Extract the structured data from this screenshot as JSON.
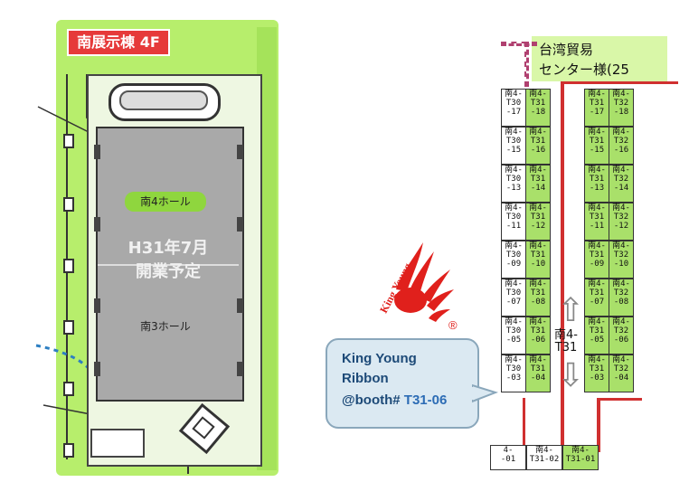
{
  "floor_map": {
    "title": "南展示棟 4F",
    "hall_upper_label": "南4ホール",
    "opening_line1": "H31年7月",
    "opening_line2": "開業予定",
    "hall_lower_label": "南3ホール"
  },
  "logo": {
    "brand_text": "King Young",
    "registered_mark": "®",
    "colors": {
      "red": "#e0201c"
    }
  },
  "callout": {
    "line1": "King Young",
    "line2": "Ribbon",
    "line3_prefix": "@booth# ",
    "booth_id": "T31-06"
  },
  "booth_map": {
    "title_line1": "台湾貿易",
    "title_line2": "センター様(25",
    "aisle_label_line1": "南4-",
    "aisle_label_line2": "T31",
    "left_column": [
      {
        "a": [
          "南4-",
          "T30",
          "-17"
        ],
        "b": [
          "南4-",
          "T31",
          "-18"
        ]
      },
      {
        "a": [
          "南4-",
          "T30",
          "-15"
        ],
        "b": [
          "南4-",
          "T31",
          "-16"
        ]
      },
      {
        "a": [
          "南4-",
          "T30",
          "-13"
        ],
        "b": [
          "南4-",
          "T31",
          "-14"
        ]
      },
      {
        "a": [
          "南4-",
          "T30",
          "-11"
        ],
        "b": [
          "南4-",
          "T31",
          "-12"
        ]
      },
      {
        "a": [
          "南4-",
          "T30",
          "-09"
        ],
        "b": [
          "南4-",
          "T31",
          "-10"
        ]
      },
      {
        "a": [
          "南4-",
          "T30",
          "-07"
        ],
        "b": [
          "南4-",
          "T31",
          "-08"
        ]
      },
      {
        "a": [
          "南4-",
          "T30",
          "-05"
        ],
        "b": [
          "南4-",
          "T31",
          "-06"
        ]
      },
      {
        "a": [
          "南4-",
          "T30",
          "-03"
        ],
        "b": [
          "南4-",
          "T31",
          "-04"
        ]
      }
    ],
    "right_column": [
      {
        "a": [
          "南4-",
          "T31",
          "-17"
        ],
        "b": [
          "南4-",
          "T32",
          "-18"
        ]
      },
      {
        "a": [
          "南4-",
          "T31",
          "-15"
        ],
        "b": [
          "南4-",
          "T32",
          "-16"
        ]
      },
      {
        "a": [
          "南4-",
          "T31",
          "-13"
        ],
        "b": [
          "南4-",
          "T32",
          "-14"
        ]
      },
      {
        "a": [
          "南4-",
          "T31",
          "-11"
        ],
        "b": [
          "南4-",
          "T32",
          "-12"
        ]
      },
      {
        "a": [
          "南4-",
          "T31",
          "-09"
        ],
        "b": [
          "南4-",
          "T32",
          "-10"
        ]
      },
      {
        "a": [
          "南4-",
          "T31",
          "-07"
        ],
        "b": [
          "南4-",
          "T32",
          "-08"
        ]
      },
      {
        "a": [
          "南4-",
          "T31",
          "-05"
        ],
        "b": [
          "南4-",
          "T32",
          "-06"
        ]
      },
      {
        "a": [
          "南4-",
          "T31",
          "-03"
        ],
        "b": [
          "南4-",
          "T32",
          "-04"
        ]
      }
    ],
    "bottom_row": [
      [
        "4-",
        "-01"
      ],
      [
        "南4-",
        "T31-02"
      ],
      [
        "南4-",
        "T31-01"
      ]
    ],
    "colors": {
      "booth_green": "#a9e06a",
      "title_green": "#d9f7a8",
      "border_red": "#d03030"
    }
  }
}
